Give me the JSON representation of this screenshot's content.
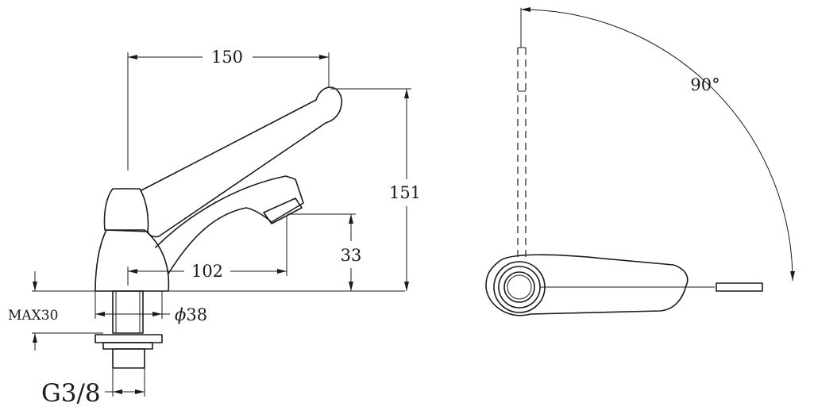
{
  "front_view": {
    "dimensions": {
      "handle_reach": "150",
      "total_height": "151",
      "spout_reach": "102",
      "spout_height": "33",
      "body_diameter": "38",
      "diameter_symbol": "ϕ",
      "max_deck_thickness": "MAX30",
      "thread_size": "G3/8"
    }
  },
  "side_view": {
    "rotation_angle": "90°"
  }
}
